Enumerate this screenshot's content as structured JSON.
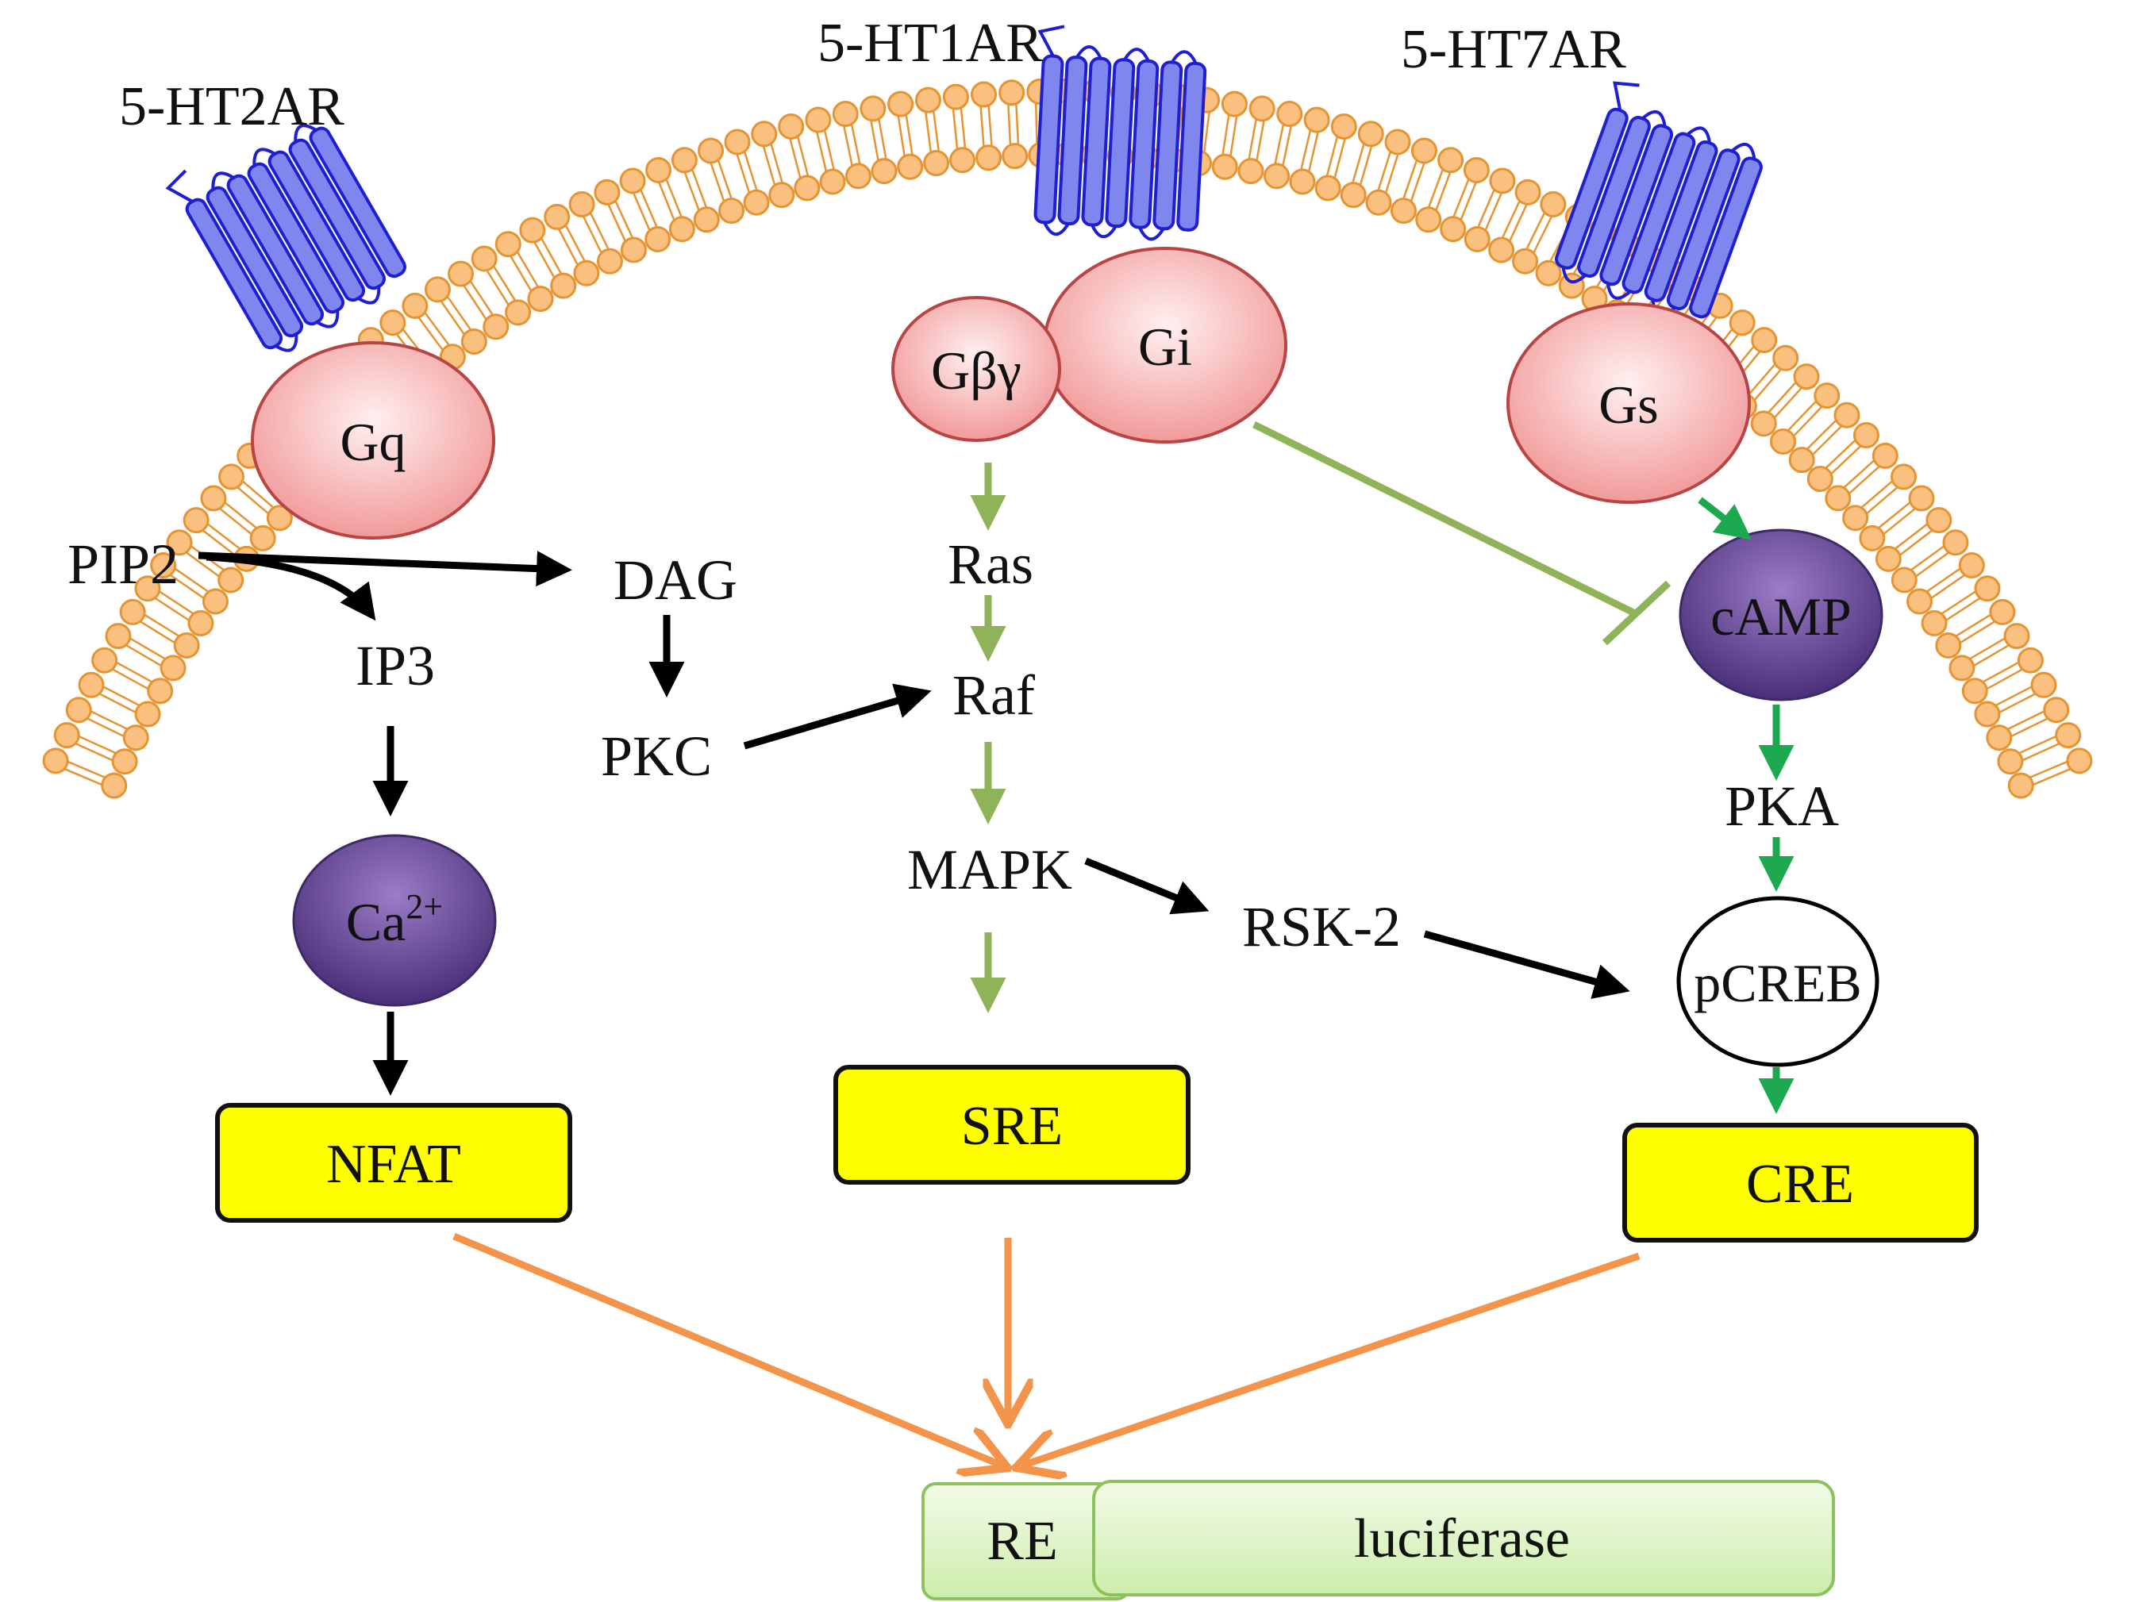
{
  "receptors": {
    "ht2a": "5-HT2AR",
    "ht1a": "5-HT1AR",
    "ht7": "5-HT7AR"
  },
  "g_proteins": {
    "gq": "Gq",
    "gbg": "Gβγ",
    "gi": "Gi",
    "gs": "Gs"
  },
  "messengers": {
    "pip2": "PIP2",
    "dag": "DAG",
    "ip3": "IP3",
    "pkc": "PKC",
    "ca_base": "Ca",
    "ca_sup": "2+",
    "ras": "Ras",
    "raf": "Raf",
    "mapk": "MAPK",
    "rsk2": "RSK-2",
    "camp": "cAMP",
    "pka": "PKA",
    "pcreb": "pCREB"
  },
  "response_elements": {
    "nfat": "NFAT",
    "sre": "SRE",
    "cre": "CRE"
  },
  "reporter": {
    "re": "RE",
    "luciferase": "luciferase"
  },
  "colors": {
    "lipid_head": "#FAC080",
    "lipid_head_stroke": "#E69432",
    "lipid_tail": "#E69432",
    "receptor_fill": "#7F86EE",
    "receptor_stroke": "#1E1ED2",
    "gprotein_fill": "#F2A2A2",
    "gprotein_stroke": "#B84444",
    "messenger_fill": "#6A4A9A",
    "box_fill": "#FFFF00",
    "reporter_fill": "#DDF5C2",
    "reporter_stroke": "#8CC25E",
    "arrow_black": "#000000",
    "arrow_lightgreen": "#8FB358",
    "arrow_green": "#1BA84E",
    "arrow_orange": "#F4934A"
  }
}
